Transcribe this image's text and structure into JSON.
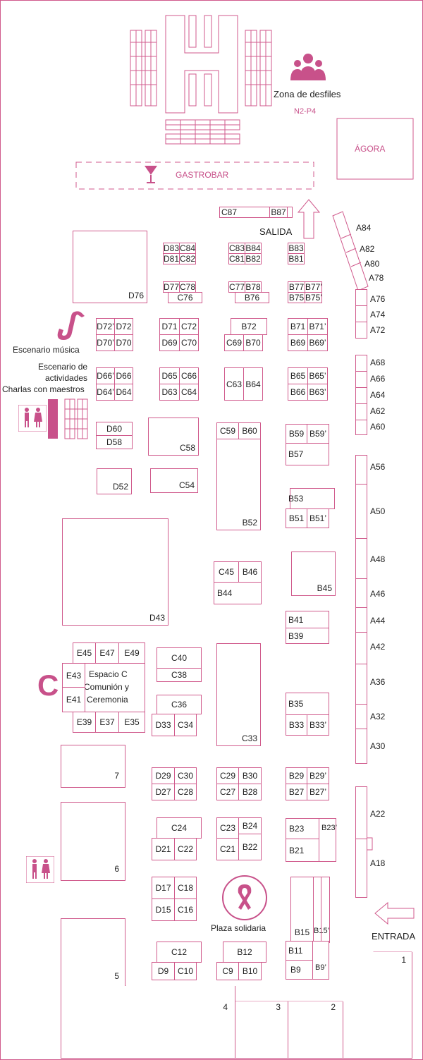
{
  "colors": {
    "stroke": "#d05a8c",
    "accent": "#c8518a",
    "fill_dark": "#c8518a"
  },
  "labels": {
    "parade_zone": "Zona de desfiles",
    "parade_code": "N2-P4",
    "agora": "ÁGORA",
    "gastrobar": "GASTROBAR",
    "exit": "SALIDA",
    "entrance": "ENTRADA",
    "music_stage": "Escenario música",
    "activities_stage_1": "Escenario de",
    "activities_stage_2": "actividades",
    "activities_stage_3": "Charlas con maestros",
    "space_c_letter": "C",
    "space_c_1": "Espacio C",
    "space_c_2": "Comunión y",
    "space_c_3": "Ceremonia",
    "solidarity_plaza": "Plaza solidaria"
  },
  "icons": {
    "people": "people-icon",
    "cocktail": "cocktail-icon",
    "saxophone": "saxophone-icon",
    "toilets": "toilets-icon",
    "ribbon": "ribbon-icon",
    "arrow_up": "arrow-up-icon",
    "arrow_left": "arrow-left-icon"
  },
  "stands": {
    "C87": "C87",
    "B87": "B87",
    "D83": "D83",
    "C84": "C84",
    "D81": "D81",
    "C82": "C82",
    "C83": "C83",
    "B84": "B84",
    "C81": "C81",
    "B82": "B82",
    "B83": "B83",
    "B81": "B81",
    "D76": "D76",
    "D77": "D77",
    "C78": "C78",
    "C76": "C76",
    "C77": "C77",
    "B78": "B78",
    "B76": "B76",
    "B77": "B77",
    "B77p": "B77’",
    "B75": "B75",
    "B75p": "B75’",
    "D72p": "D72’",
    "D72": "D72",
    "D70p": "D70’",
    "D70": "D70",
    "D71": "D71",
    "C72": "C72",
    "D69": "D69",
    "C70": "C70",
    "B72": "B72",
    "C69": "C69",
    "B70": "B70",
    "B71": "B71",
    "B71p": "B71’",
    "B69": "B69",
    "B69p": "B69’",
    "D66p": "D66’",
    "D66": "D66",
    "D64p": "D64’",
    "D64": "D64",
    "D65": "D65",
    "C66": "C66",
    "D63": "D63",
    "C64": "C64",
    "C63": "C63",
    "B64": "B64",
    "B65": "B65",
    "B65p": "B65’",
    "B66": "B66",
    "B63p": "B63’",
    "D60": "D60",
    "D58": "D58",
    "C58": "C58",
    "C59": "C59",
    "B60": "B60",
    "B52": "B52",
    "B59": "B59",
    "B59p": "B59’",
    "B57": "B57",
    "D52": "D52",
    "C54": "C54",
    "B53": "B53",
    "B51": "B51",
    "B51p": "B51’",
    "D43": "D43",
    "C45": "C45",
    "B46": "B46",
    "B44": "B44",
    "B45": "B45",
    "B41": "B41",
    "B39": "B39",
    "E45": "E45",
    "E47": "E47",
    "E49": "E49",
    "E43": "E43",
    "E41": "E41",
    "E39": "E39",
    "E37": "E37",
    "E35": "E35",
    "C40": "C40",
    "C38": "C38",
    "C36": "C36",
    "D33": "D33",
    "C34": "C34",
    "C33": "C33",
    "B35": "B35",
    "B33": "B33",
    "B33p": "B33’",
    "H7": "7",
    "D29": "D29",
    "C30": "C30",
    "D27": "D27",
    "C28": "C28",
    "C29": "C29",
    "B30": "B30",
    "C27": "C27",
    "B28": "B28",
    "B29": "B29",
    "B29p": "B29’",
    "B27": "B27",
    "B27p": "B27’",
    "H6": "6",
    "C24": "C24",
    "D21": "D21",
    "C22": "C22",
    "C23": "C23",
    "B24": "B24",
    "C21": "C21",
    "B22": "B22",
    "B23": "B23",
    "B23p": "B23’",
    "B21": "B21",
    "D17": "D17",
    "C18": "C18",
    "D15": "D15",
    "C16": "C16",
    "B15": "B15",
    "B15p": "B15’",
    "H5": "5",
    "C12": "C12",
    "D9": "D9",
    "C10": "C10",
    "B12": "B12",
    "C9": "C9",
    "B10": "B10",
    "B11": "B11",
    "B9": "B9",
    "B9p": "B9’",
    "H4": "4",
    "H3": "3",
    "H2": "2",
    "H1": "1",
    "A84": "A84",
    "A82": "A82",
    "A80": "A80",
    "A78": "A78",
    "A76": "A76",
    "A74": "A74",
    "A72": "A72",
    "A68": "A68",
    "A66": "A66",
    "A64": "A64",
    "A62": "A62",
    "A60": "A60",
    "A56": "A56",
    "A50": "A50",
    "A48": "A48",
    "A46": "A46",
    "A44": "A44",
    "A42": "A42",
    "A36": "A36",
    "A32": "A32",
    "A30": "A30",
    "A22": "A22",
    "A18": "A18"
  }
}
